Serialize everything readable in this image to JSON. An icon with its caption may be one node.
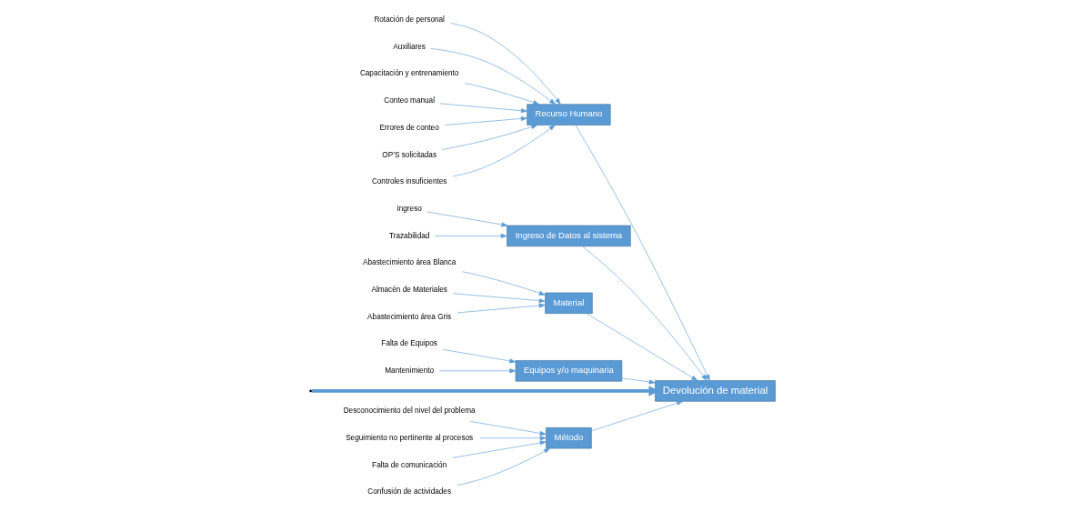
{
  "diagram": {
    "nodes": [
      {
        "text": [
          "Método"
        ]
      },
      {
        "text": [
          "Desconocimiento del nivel del problema"
        ]
      },
      {
        "text": [
          "Seguimiento no pertinente al procesos"
        ]
      },
      {
        "text": [
          "Falta de comunicación"
        ]
      },
      {
        "text": [
          "Confusión de actividades"
        ]
      },
      {
        "text": [
          "Recurso Humano"
        ]
      },
      {
        "text": [
          "Rotación de personal"
        ]
      },
      {
        "text": [
          "Auxiliares"
        ]
      },
      {
        "text": [
          "Capacitación y entrenamiento"
        ]
      },
      {
        "text": [
          "Conteo manual"
        ]
      },
      {
        "text": [
          "Errores de conteo"
        ]
      },
      {
        "text": [
          "OP’S solicitadas"
        ]
      },
      {
        "text": [
          "Controles insuficientes"
        ]
      },
      {
        "text": [
          "Ingreso de Datos al sistema"
        ]
      },
      {
        "text": [
          "Ingreso"
        ]
      },
      {
        "text": [
          "Trazabilidad"
        ]
      },
      {
        "text": [
          "Devolución de material"
        ]
      },
      {
        "text": [
          "Material"
        ]
      },
      {
        "text": [
          "Abastecimiento área Blanca"
        ]
      },
      {
        "text": [
          "Almacén de Materiales"
        ]
      },
      {
        "text": [
          "Abastecimiento área Gris"
        ]
      },
      {
        "text": [
          "Equipos y/o maquinaria"
        ]
      },
      {
        "text": [
          "Falta de Equipos"
        ]
      },
      {
        "text": [
          "Mantenimiento"
        ]
      }
    ],
    "edges": [
      {
        "from": null,
        "to": 16,
        "arrow": "to",
        "style": "thick"
      },
      {
        "from": 0,
        "to": 16,
        "arrow": "to"
      },
      {
        "from": 5,
        "to": 16,
        "arrow": "to"
      },
      {
        "from": 13,
        "to": 16,
        "arrow": "to"
      },
      {
        "from": 17,
        "to": 16,
        "arrow": "to"
      },
      {
        "from": 21,
        "to": 16,
        "arrow": "to"
      },
      {
        "from": 1,
        "to": 0,
        "arrow": "to"
      },
      {
        "from": 2,
        "to": 0,
        "arrow": "to"
      },
      {
        "from": 3,
        "to": 0,
        "arrow": "to"
      },
      {
        "from": 4,
        "to": 0,
        "arrow": "to"
      },
      {
        "from": 6,
        "to": 5,
        "arrow": "to"
      },
      {
        "from": 7,
        "to": 5,
        "arrow": "to"
      },
      {
        "from": 8,
        "to": 5,
        "arrow": "to"
      },
      {
        "from": 9,
        "to": 5,
        "arrow": "to"
      },
      {
        "from": 10,
        "to": 5,
        "arrow": "to"
      },
      {
        "from": 11,
        "to": 5,
        "arrow": "to"
      },
      {
        "from": 12,
        "to": 5,
        "arrow": "to"
      },
      {
        "from": 14,
        "to": 13,
        "arrow": "to"
      },
      {
        "from": 15,
        "to": 13,
        "arrow": "to"
      },
      {
        "from": 18,
        "to": 17,
        "arrow": "to"
      },
      {
        "from": 19,
        "to": 17,
        "arrow": "to"
      },
      {
        "from": 20,
        "to": 17,
        "arrow": "to"
      },
      {
        "from": 22,
        "to": 21,
        "arrow": "to"
      },
      {
        "from": 23,
        "to": 21,
        "arrow": "to"
      }
    ]
  }
}
